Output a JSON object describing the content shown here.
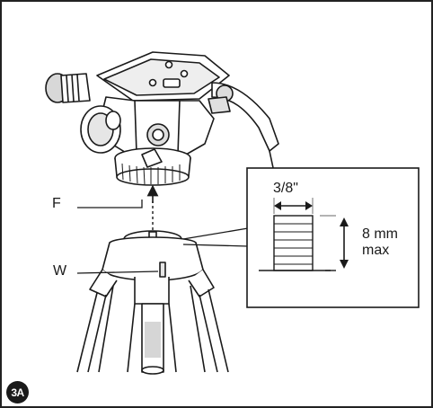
{
  "labels": {
    "fluid_head": "F",
    "tripod_bowl": "W"
  },
  "thread_detail": {
    "thread_size": "3/8\"",
    "screw_length": "8 mm",
    "screw_length_qualifier": "max"
  },
  "step_badge": "3A",
  "colors": {
    "line": "#1a1a1a",
    "dimension_guide": "#9a9a9a",
    "shading": "#cfcfcf"
  }
}
